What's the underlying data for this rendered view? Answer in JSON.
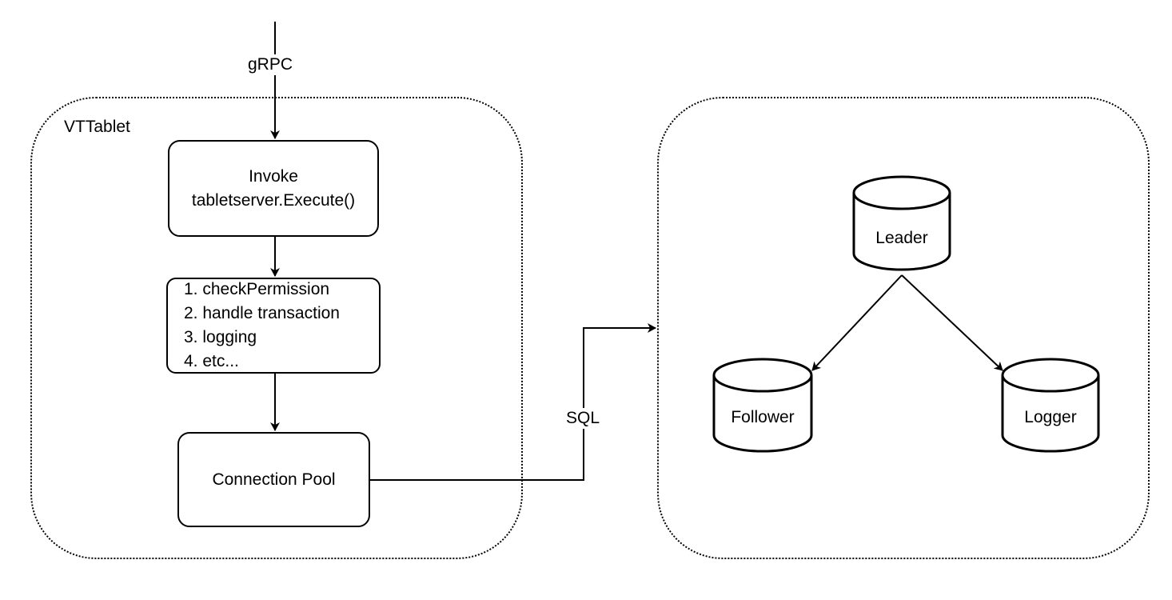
{
  "edges": {
    "grpc_label": "gRPC",
    "sql_label": "SQL"
  },
  "vttablet": {
    "title": "VTTablet",
    "invoke": {
      "line1": "Invoke",
      "line2": "tabletserver.Execute()"
    },
    "steps": [
      "1. checkPermission",
      "2. handle transaction",
      "3. logging",
      "4. etc..."
    ],
    "pool": "Connection Pool"
  },
  "mysql": {
    "leader": "Leader",
    "follower": "Follower",
    "logger": "Logger"
  }
}
